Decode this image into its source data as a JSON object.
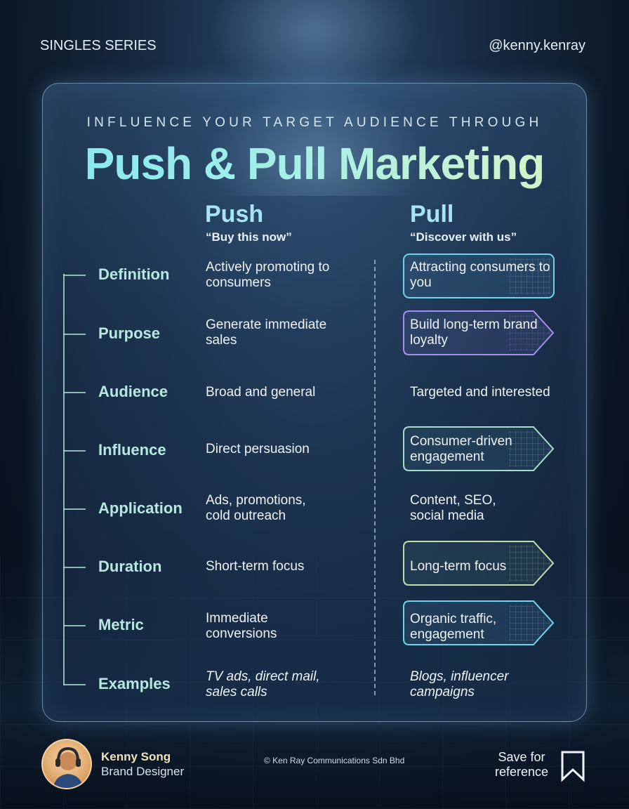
{
  "header": {
    "series_label": "SINGLES SERIES",
    "handle": "@kenny.kenray"
  },
  "card": {
    "kicker": "INFLUENCE YOUR TARGET AUDIENCE THROUGH",
    "headline": "Push & Pull Marketing",
    "push": {
      "title": "Push",
      "tagline": "“Buy this now”"
    },
    "pull": {
      "title": "Pull",
      "tagline": "“Discover with us”"
    },
    "rows": [
      {
        "label": "Definition",
        "push": "Actively promoting to consumers",
        "pull": "Attracting consumers to you"
      },
      {
        "label": "Purpose",
        "push": "Generate immediate sales",
        "pull": "Build long-term brand loyalty"
      },
      {
        "label": "Audience",
        "push": "Broad and general",
        "pull": "Targeted and interested"
      },
      {
        "label": "Influence",
        "push": "Direct persuasion",
        "pull": "Consumer-driven engagement"
      },
      {
        "label": "Application",
        "push": "Ads, promotions, cold outreach",
        "pull": "Content, SEO, social media"
      },
      {
        "label": "Duration",
        "push": "Short-term focus",
        "pull": "Long-term focus"
      },
      {
        "label": "Metric",
        "push": "Immediate conversions",
        "pull": "Organic traffic, engagement"
      },
      {
        "label": "Examples",
        "push": "TV ads, direct mail, sales calls",
        "pull": "Blogs, influencer campaigns"
      }
    ]
  },
  "footer": {
    "name": "Kenny Song",
    "role": "Brand Designer",
    "copyright": "© Ken Ray Communications Sdn Bhd",
    "save_label": "Save for reference"
  },
  "icons": {
    "avatar": "avatar-icon",
    "bookmark": "bookmark-icon"
  },
  "colors": {
    "accent_teal": "#7fe6f2",
    "accent_mint": "#b6e8e0",
    "accent_purple": "#a88cf0",
    "accent_cyan": "#6fd3ec"
  }
}
